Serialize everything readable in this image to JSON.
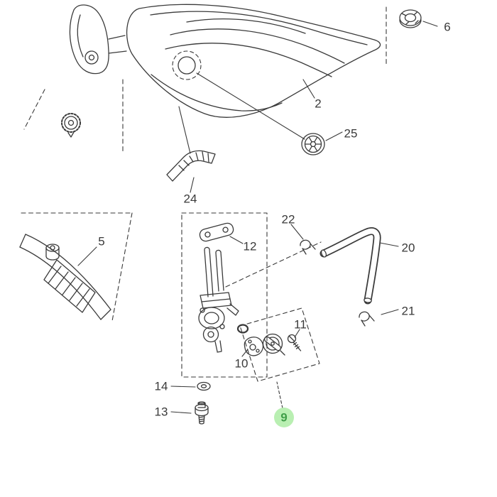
{
  "image": {
    "kind": "exploded-parts-diagram",
    "background_color": "#ffffff",
    "line_color": "#3a3a3a"
  },
  "highlight": {
    "part": "9",
    "circle_fill": "#b9efb2",
    "text_color": "#3f9e48"
  },
  "labels": {
    "p2": "2",
    "p5": "5",
    "p6": "6",
    "p9": "9",
    "p10": "10",
    "p11": "11",
    "p12": "12",
    "p13": "13",
    "p14": "14",
    "p20": "20",
    "p21": "21",
    "p22": "22",
    "p24": "24",
    "p25": "25"
  }
}
